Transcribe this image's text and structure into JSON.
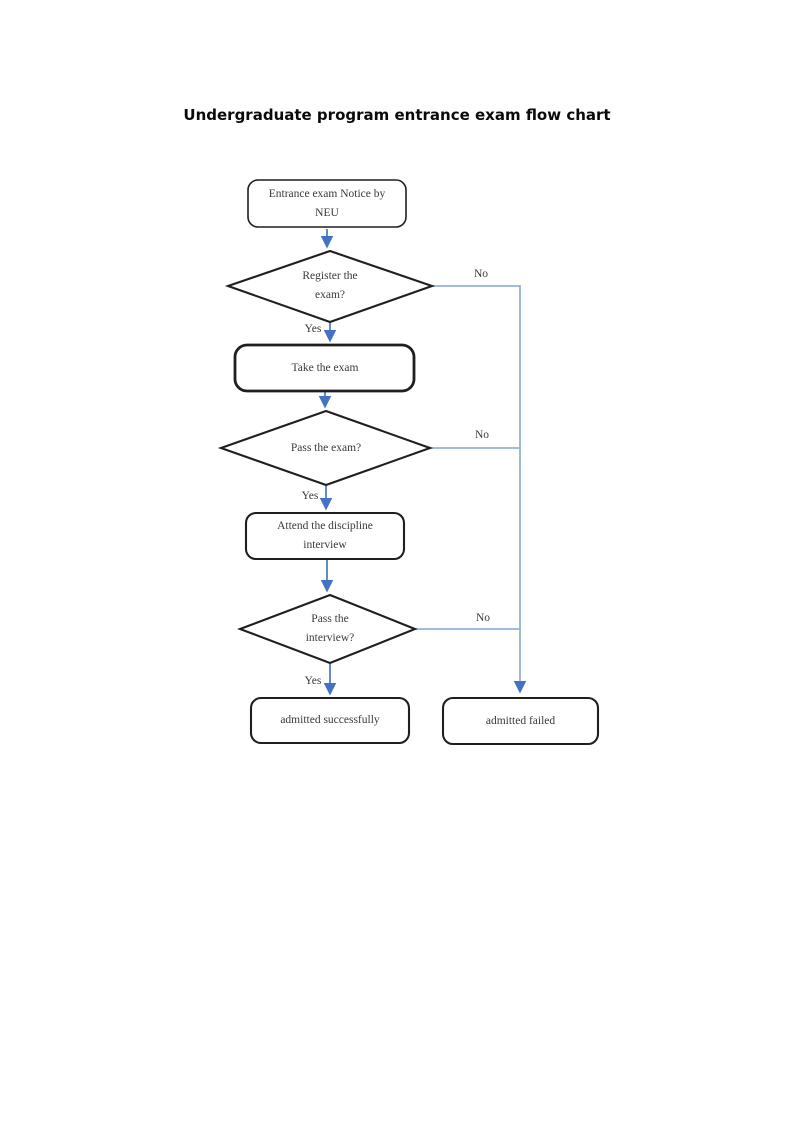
{
  "page": {
    "title": "Undergraduate program entrance exam flow chart"
  },
  "flowchart": {
    "nodes": {
      "start": {
        "type": "rounded-rect",
        "label": "Entrance exam Notice by\nNEU"
      },
      "register": {
        "type": "decision",
        "label": "Register the\nexam?"
      },
      "take_exam": {
        "type": "rounded-rect",
        "label": "Take the exam"
      },
      "pass_exam": {
        "type": "decision",
        "label": "Pass the exam?"
      },
      "interview": {
        "type": "rounded-rect",
        "label": "Attend the discipline\ninterview"
      },
      "pass_interview": {
        "type": "decision",
        "label": "Pass the\ninterview?"
      },
      "admitted_success": {
        "type": "rounded-rect",
        "label": "admitted successfully"
      },
      "admitted_failed": {
        "type": "rounded-rect",
        "label": "admitted failed"
      }
    },
    "edge_labels": {
      "register_yes": "Yes",
      "register_no": "No",
      "pass_exam_yes": "Yes",
      "pass_exam_no": "No",
      "pass_interview_yes": "Yes",
      "pass_interview_no": "No"
    },
    "colors": {
      "shape_border": "#1f1f1f",
      "arrow_head": "#4472c4",
      "arrow_shaft": "#4f7dc2",
      "connector": "#95b3d7",
      "text": "#3a3a3a"
    }
  }
}
